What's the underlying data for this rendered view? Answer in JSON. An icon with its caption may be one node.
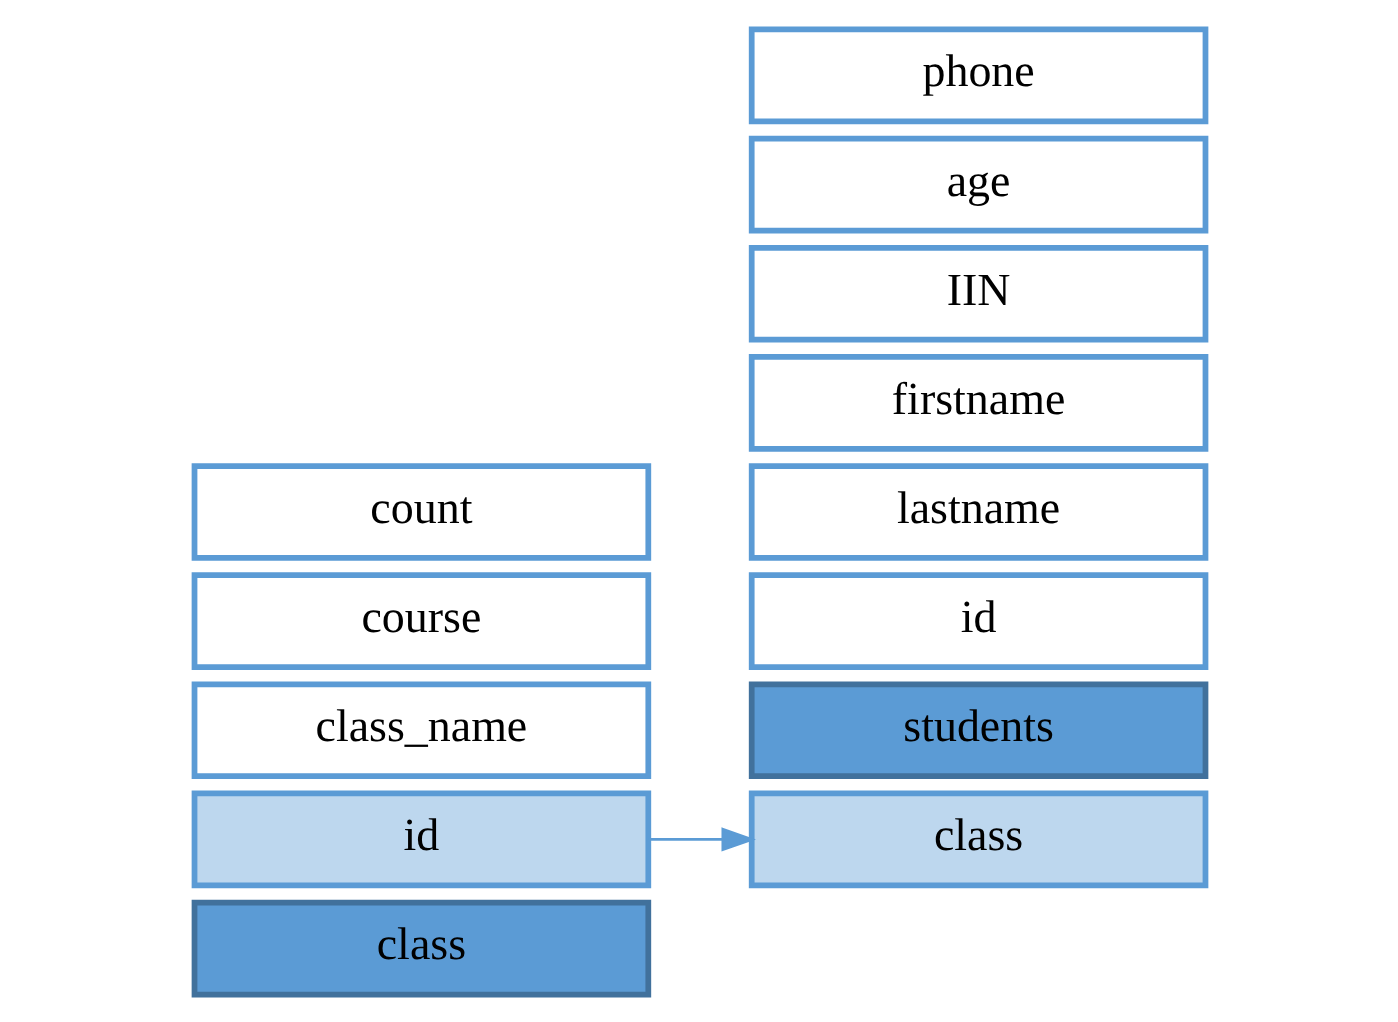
{
  "diagram": {
    "nodes": [
      {
        "text": [
          "class"
        ]
      },
      {
        "text": [
          "id"
        ]
      },
      {
        "text": [
          "class_name"
        ]
      },
      {
        "text": [
          "course"
        ]
      },
      {
        "text": [
          "count"
        ]
      },
      {
        "text": [
          "students"
        ]
      },
      {
        "text": [
          "id"
        ]
      },
      {
        "text": [
          "lastname"
        ]
      },
      {
        "text": [
          "firstname"
        ]
      },
      {
        "text": [
          "IIN"
        ]
      },
      {
        "text": [
          "age"
        ]
      },
      {
        "text": [
          "class"
        ]
      },
      {
        "text": [
          "phone"
        ]
      }
    ],
    "edges": [
      {
        "from": 1,
        "to": 11,
        "arrow": "to"
      }
    ]
  }
}
